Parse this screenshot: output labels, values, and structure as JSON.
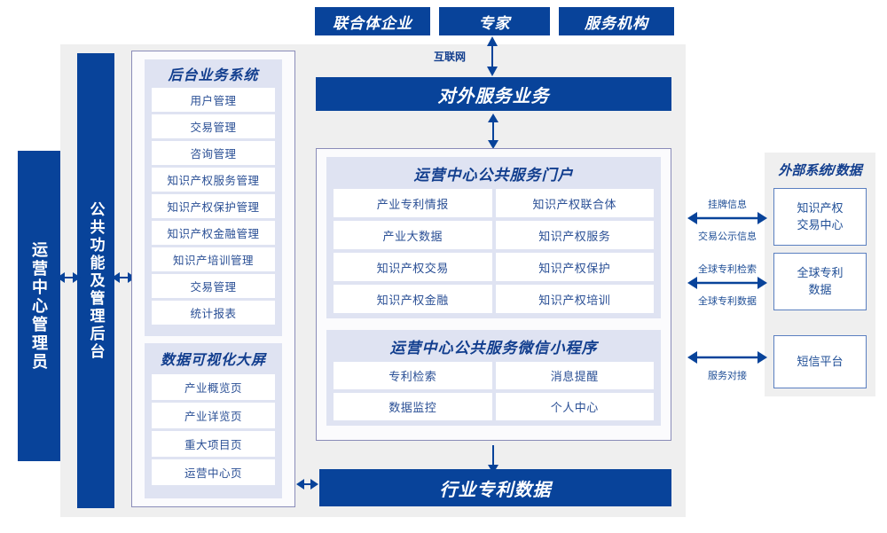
{
  "diagram": {
    "title_external": "外部系统/数据",
    "network_label": "互联网",
    "top_actors": [
      {
        "label": "联合体企业"
      },
      {
        "label": "专家"
      },
      {
        "label": "服务机构"
      }
    ],
    "external_service_bar": "对外服务业务",
    "bottom_bar": "行业专利数据",
    "left_roles": [
      {
        "label": "运营中心管理员"
      },
      {
        "label": "公共功能及管理后台"
      }
    ],
    "backend_group": {
      "title": "后台业务系统",
      "items": [
        "用户管理",
        "交易管理",
        "咨询管理",
        "知识产权服务管理",
        "知识产权保护管理",
        "知识产权金融管理",
        "知识产培训管理",
        "交易管理",
        "统计报表"
      ]
    },
    "visual_group": {
      "title": "数据可视化大屏",
      "items": [
        "产业概览页",
        "产业详览页",
        "重大项目页",
        "运营中心页"
      ]
    },
    "portal_group": {
      "title": "运营中心公共服务门户",
      "items": [
        "产业专利情报",
        "知识产权联合体",
        "产业大数据",
        "知识产权服务",
        "知识产权交易",
        "知识产权保护",
        "知识产权金融",
        "知识产权培训"
      ]
    },
    "miniapp_group": {
      "title": "运营中心公共服务微信小程序",
      "items": [
        "专利检索",
        "消息提醒",
        "数据监控",
        "个人中心"
      ]
    },
    "external_systems": [
      {
        "label": "知识产权\n交易中心",
        "line1": "知识产权",
        "line2": "交易中心"
      },
      {
        "label": "全球专利\n数据",
        "line1": "全球专利",
        "line2": "数据"
      },
      {
        "label": "短信平台",
        "line1": "短信平台",
        "line2": ""
      }
    ],
    "external_arrow_labels": [
      {
        "above": "挂牌信息",
        "below": "交易公示信息"
      },
      {
        "above": "全球专利检索",
        "below": "全球专利数据"
      },
      {
        "above": "",
        "below": "服务对接"
      }
    ],
    "colors": {
      "brand_blue": "#08439a",
      "panel_gray": "#efefef",
      "group_lavender": "#dfe3f2",
      "text_blue": "#2a4f95",
      "border_violet": "#8a8cb8"
    }
  }
}
